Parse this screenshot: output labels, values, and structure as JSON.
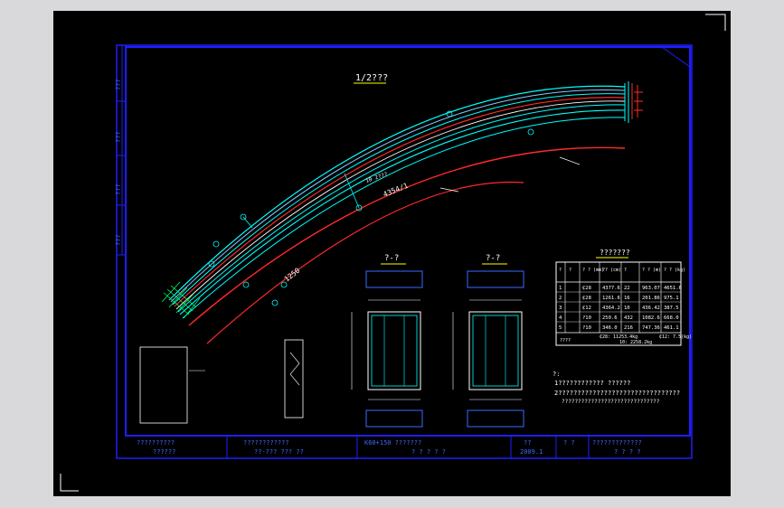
{
  "drawing": {
    "view_title": "1/2???",
    "arc_label_main": "4354/1",
    "arc_label_inner": "1250",
    "arc_label_upper": "10 2???",
    "section_a_title": "?-?",
    "section_b_title": "?-?",
    "table_title": "???????",
    "table_headers": [
      "?",
      "?",
      "? ?\n(mm)",
      "??\n(cm)",
      "?",
      "? ?\n(m)",
      "? ?\n(kg)"
    ],
    "table_rows": [
      [
        "1",
        "₵28",
        "4377.6",
        "22",
        "963.07",
        "4651.6"
      ],
      [
        "2",
        "₵28",
        "1261.6",
        "16",
        "201.86",
        "975.1"
      ],
      [
        "3",
        "₵12",
        "4364.2",
        "10",
        "436.42",
        "387.5"
      ],
      [
        "4",
        "?10",
        "250.6",
        "432",
        "1082.6",
        "668.0"
      ],
      [
        "5",
        "?10",
        "346.0",
        "216",
        "747.36",
        "461.1"
      ]
    ],
    "table_total_label": "????",
    "table_total_1": "₵28: 11253.4kg",
    "table_total_2": "₵12: 7.5(kg)",
    "table_total_3": "10: 2258.2kg",
    "notes_head": "?:",
    "notes_line1": "1???????????? ??????",
    "notes_line2": "2????????????????????????????????",
    "notes_line3": "??????????????????????????????",
    "titleblock": {
      "c1_top": "??????????",
      "c1_bot": "??????",
      "c2_top": "????????????",
      "c2_bot": "??-??? ??? ??",
      "c3_top": "K60+150  ???????",
      "c3_bot": "? ? ? ? ?",
      "c4_top": "??",
      "c4_bot": "2009.1",
      "c5_top": "? ?",
      "c6_top": "?????????????",
      "c6_bot": "? ? ? ?"
    },
    "side_labels": [
      "???",
      "???",
      "???",
      "???"
    ]
  },
  "colors": {
    "frame": "#1e1eff",
    "cyan": "#00ffff",
    "red": "#ff2a2a",
    "white": "#ffffff",
    "green": "#00ff66",
    "blue_dim": "#3a6cff"
  }
}
